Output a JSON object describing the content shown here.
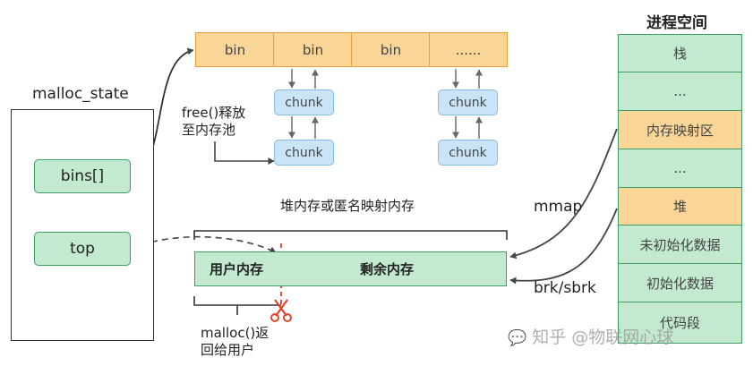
{
  "malloc_state": {
    "title": "malloc_state",
    "bins_label": "bins[]",
    "top_label": "top"
  },
  "bins": [
    {
      "label": "bin"
    },
    {
      "label": "bin"
    },
    {
      "label": "bin"
    },
    {
      "label": "......"
    }
  ],
  "chunks": [
    {
      "label": "chunk"
    },
    {
      "label": "chunk"
    },
    {
      "label": "chunk"
    },
    {
      "label": "chunk"
    }
  ],
  "free_note": {
    "line1": "free()释放",
    "line2": "至内存池"
  },
  "heap_region": {
    "caption": "堆内存或匿名映射内存",
    "user_mem": "用户内存",
    "remaining_mem": "剩余内存"
  },
  "malloc_note": {
    "line1": "malloc()返",
    "line2": "回给用户"
  },
  "syscalls": {
    "mmap": "mmap",
    "brk": "brk/sbrk"
  },
  "process_space": {
    "title": "进程空间",
    "segments": [
      {
        "label": "栈",
        "highlight": false
      },
      {
        "label": "...",
        "highlight": false
      },
      {
        "label": "内存映射区",
        "highlight": true
      },
      {
        "label": "...",
        "highlight": false
      },
      {
        "label": "堆",
        "highlight": true
      },
      {
        "label": "未初始化数据",
        "highlight": false
      },
      {
        "label": "初始化数据",
        "highlight": false
      },
      {
        "label": "代码段",
        "highlight": false
      }
    ]
  },
  "watermark": "知乎 @物联网心球",
  "colors": {
    "bin_fill": "#f9d597",
    "chunk_fill": "#c9e4f6",
    "green_fill": "#c3e9d1",
    "green_border": "#3f9e64",
    "cut_red": "#e0452b"
  }
}
